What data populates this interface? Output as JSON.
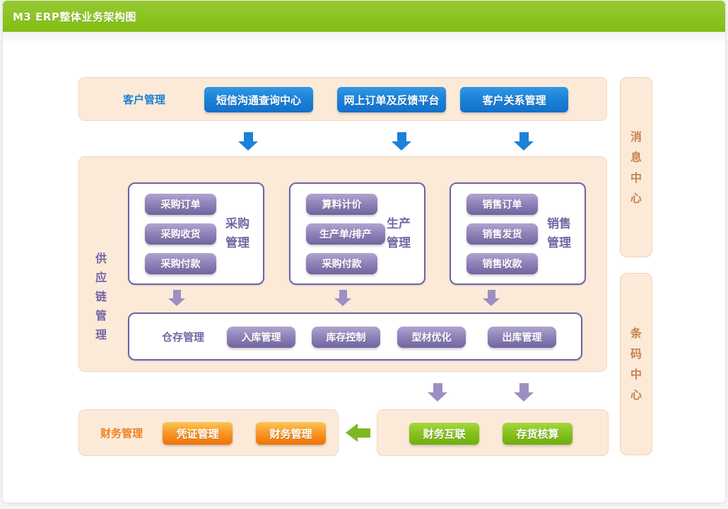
{
  "header": {
    "title": "M3 ERP整体业务架构图"
  },
  "colors": {
    "header_green": "#8ac41f",
    "panel_peach": "#fcead9",
    "peach_border": "#f2d7bd",
    "blue_button": "#1b82d8",
    "blue_label": "#1c7fd6",
    "purple_button": "#71649e",
    "purple_border": "#6f63a2",
    "purple_label": "#7467a4",
    "purple_arrow": "#9c90c3",
    "orange_button": "#ef7203",
    "orange_label": "#f08021",
    "green_button": "#6fae0e",
    "green_arrow": "#7cb922",
    "side_panel_text": "#c8824e"
  },
  "customer": {
    "label": "客户管理",
    "buttons": [
      "短信沟通查询中心",
      "网上订单及反馈平台",
      "客户关系管理"
    ]
  },
  "side_panels": {
    "message_center": "消息中心",
    "barcode_center": "条码中心"
  },
  "supply_chain": {
    "label": "供应链管理",
    "groups": [
      {
        "title": "采购管理",
        "items": [
          "采购订单",
          "采购收货",
          "采购付款"
        ]
      },
      {
        "title": "生产管理",
        "items": [
          "算料计价",
          "生产单/排产",
          "采购付款"
        ]
      },
      {
        "title": "销售管理",
        "items": [
          "销售订单",
          "销售发货",
          "销售收款"
        ]
      }
    ],
    "warehouse": {
      "label": "仓存管理",
      "items": [
        "入库管理",
        "库存控制",
        "型材优化",
        "出库管理"
      ]
    }
  },
  "finance": {
    "label": "财务管理",
    "buttons": [
      "凭证管理",
      "财务管理"
    ]
  },
  "interconnect": {
    "buttons": [
      "财务互联",
      "存货核算"
    ]
  }
}
